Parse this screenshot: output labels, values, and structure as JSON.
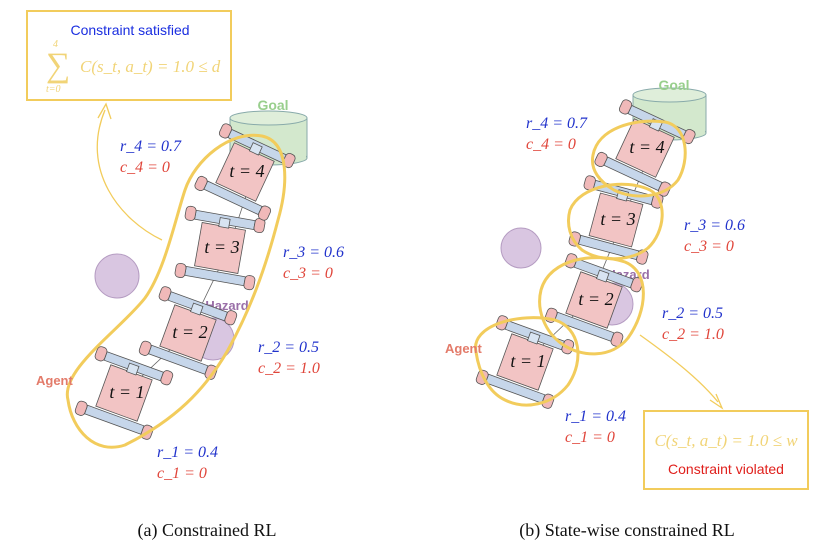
{
  "panel_a": {
    "caption": "(a) Constrained RL",
    "box_title": "Constraint satisfied",
    "formula": "C(s_t, a_t) = 1.0 ≤ d",
    "sum_upper": "4",
    "sum_lower": "t=0",
    "goal": "Goal",
    "hazard": "Hazard",
    "agent": "Agent",
    "steps": [
      {
        "t": "t = 1",
        "r": "r_1 = 0.4",
        "c": "c_1 = 0"
      },
      {
        "t": "t = 2",
        "r": "r_2 = 0.5",
        "c": "c_2 = 1.0"
      },
      {
        "t": "t = 3",
        "r": "r_3 = 0.6",
        "c": "c_3 = 0"
      },
      {
        "t": "t = 4",
        "r": "r_4 = 0.7",
        "c": "c_4 = 0"
      }
    ]
  },
  "panel_b": {
    "caption": "(b) State-wise constrained RL",
    "box_title": "Constraint violated",
    "formula": "C(s_t, a_t) = 1.0 ≤ w",
    "goal": "Goal",
    "hazard": "Hazard",
    "agent": "Agent",
    "steps": [
      {
        "t": "t = 1",
        "r": "r_1 = 0.4",
        "c": "c_1 = 0"
      },
      {
        "t": "t = 2",
        "r": "r_2 = 0.5",
        "c": "c_2 = 1.0"
      },
      {
        "t": "t = 3",
        "r": "r_3 = 0.6",
        "c": "c_3 = 0"
      },
      {
        "t": "t = 4",
        "r": "r_4 = 0.7",
        "c": "c_4 = 0"
      }
    ]
  },
  "colors": {
    "constraint_box": "#f2cc5c",
    "satisfied_title": "#1a2ee0",
    "violated_title": "#e0201c",
    "formula_text": "#f1d477",
    "reward": "#2233cc",
    "cost": "#e0453a",
    "goal_fill": "#d3e8cd",
    "goal_text": "#99cf8d",
    "hazard_fill": "#d9c6e1",
    "hazard_text": "#9a6fa8",
    "agent_text": "#e37b6a",
    "robot_body": "#f2c4c4",
    "wheel": "#b8cde6"
  }
}
